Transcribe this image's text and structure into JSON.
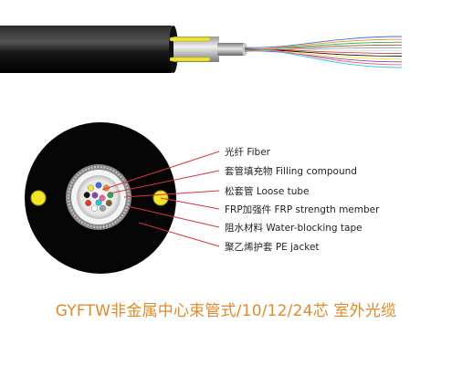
{
  "diagram": {
    "labels": [
      {
        "id": "fiber",
        "text": "光纤 Fiber"
      },
      {
        "id": "filling",
        "text": "套管填充物 Filling compound"
      },
      {
        "id": "loose-tube",
        "text": "松套管 Loose tube"
      },
      {
        "id": "frp",
        "text": "FRP加强件 FRP strength member"
      },
      {
        "id": "tape",
        "text": "阻水材料 Water-blocking tape"
      },
      {
        "id": "jacket",
        "text": "聚乙烯护套 PE jacket"
      }
    ],
    "title": "GYFTW非金属中心束管式/10/12/24芯 室外光缆",
    "colors": {
      "jacket": "#0a0a0a",
      "frp_yellow": "#f2e52a",
      "leader_red": "#d9333f",
      "title_orange": "#e08a2a"
    },
    "fiber_colors": [
      "#3b6fd6",
      "#f08a24",
      "#2fa84f",
      "#8b5a2b",
      "#9aa0a6",
      "#ffffff",
      "#e53935",
      "#111111",
      "#f7e33b",
      "#8e44ad",
      "#f06292",
      "#26c6da"
    ]
  }
}
